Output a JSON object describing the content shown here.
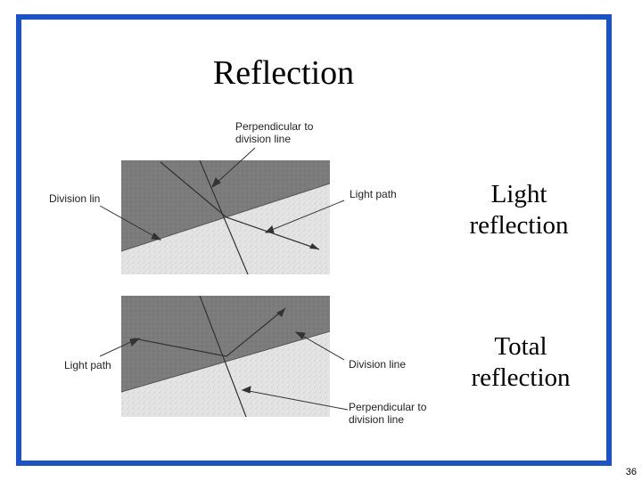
{
  "slide": {
    "title": "Reflection",
    "page_number": "36",
    "frame_color": "#1a52cc"
  },
  "top_diagram": {
    "label_perpendicular": "Perpendicular to division line",
    "label_division": "Division lin",
    "label_light_path": "Light path",
    "caption_line1": "Light",
    "caption_line2": "reflection"
  },
  "bottom_diagram": {
    "label_light_path": "Light path",
    "label_division": "Division line",
    "label_perpendicular": "Perpendicular to division line",
    "caption_line1": "Total",
    "caption_line2": "reflection"
  }
}
